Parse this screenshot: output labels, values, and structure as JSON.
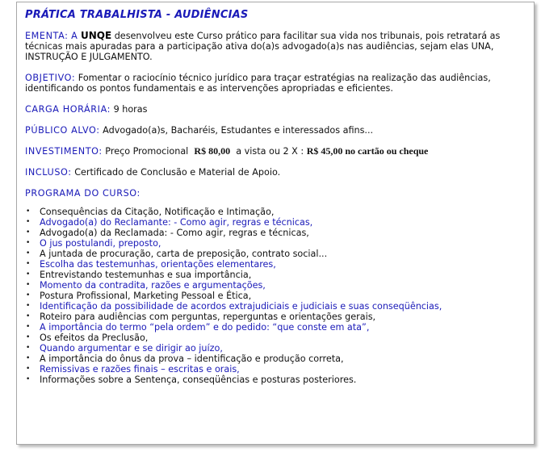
{
  "title": "PRÁTICA TRABALHISTA - AUDIÊNCIAS",
  "ementa": {
    "label": "EMENTA:",
    "pre": "A",
    "brand": "UNQE",
    "text": "desenvolveu este Curso prático para facilitar sua vida nos tribunais, pois retratará as técnicas mais apuradas para a participação ativa do(a)s advogado(a)s nas audiências, sejam elas UNA, INSTRUÇÃO E JULGAMENTO."
  },
  "objetivo": {
    "label": "OBJETIVO:",
    "text": "Fomentar o raciocínio técnico jurídico para traçar estratégias na realização das audiências, identificando os pontos fundamentais e as intervenções apropriadas e eficientes."
  },
  "carga": {
    "label": "CARGA HORÁRIA:",
    "text": "9 horas"
  },
  "publico": {
    "label": "PÚBLICO ALVO:",
    "text": "Advogado(a)s, Bacharéis, Estudantes e interessados afins..."
  },
  "investimento": {
    "label": "INVESTIMENTO:",
    "text1": "Preço Promocional",
    "price1": "R$ 80,00",
    "text2": "a vista ou 2 X :",
    "price2": "R$ 45,00 no cartão ou cheque"
  },
  "incluso": {
    "label": "INCLUSO:",
    "text": "Certificado de Conclusão e Material de Apoio."
  },
  "programa": {
    "label": "PROGRAMA DO CURSO:",
    "bullet": "•",
    "items": [
      "Consequências da Citação, Notificação e Intimação,",
      "Advogado(a) do Reclamante: - Como agir, regras e técnicas,",
      "Advogado(a) da Reclamada: - Como agir, regras e técnicas,",
      "O jus postulandi, preposto,",
      "A juntada de procuração, carta de preposição, contrato social...",
      "Escolha das testemunhas, orientações elementares,",
      "Entrevistando testemunhas e sua importância,",
      "Momento da contradita, razões e argumentações,",
      "Postura Profissional, Marketing Pessoal e Ética,",
      "Identificação da possibilidade de acordos extrajudiciais e judiciais e suas conseqüências,",
      "Roteiro para audiências com perguntas, reperguntas e orientações gerais,",
      "A importância do termo “pela ordem” e do pedido: “que conste em ata”,",
      "Os efeitos da Preclusão,",
      "Quando argumentar e se dirigir ao juízo,",
      "A importância do ônus da prova – identificação e produção correta,",
      "Remissivas e razões finais – escritas e orais,",
      "Informações sobre a Sentença, conseqüências e posturas posteriores."
    ]
  }
}
